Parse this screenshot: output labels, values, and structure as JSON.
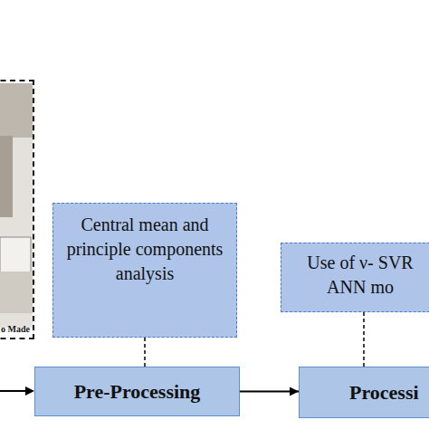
{
  "diagram": {
    "nodes": [
      {
        "text": [
          "o Made"
        ]
      },
      {
        "text": [
          "Central mean and principle components analysis"
        ]
      },
      {
        "text": [
          "Pre-Processing"
        ]
      },
      {
        "text": [
          "Use of ν- SVR ANN mo"
        ]
      },
      {
        "text": [
          "Processi"
        ]
      }
    ],
    "edges": [
      {
        "from": 1,
        "to": 2,
        "arrow": "none"
      },
      {
        "from": 3,
        "to": 4,
        "arrow": "none"
      },
      {
        "from": 2,
        "to": 4,
        "arrow": "to"
      }
    ]
  }
}
